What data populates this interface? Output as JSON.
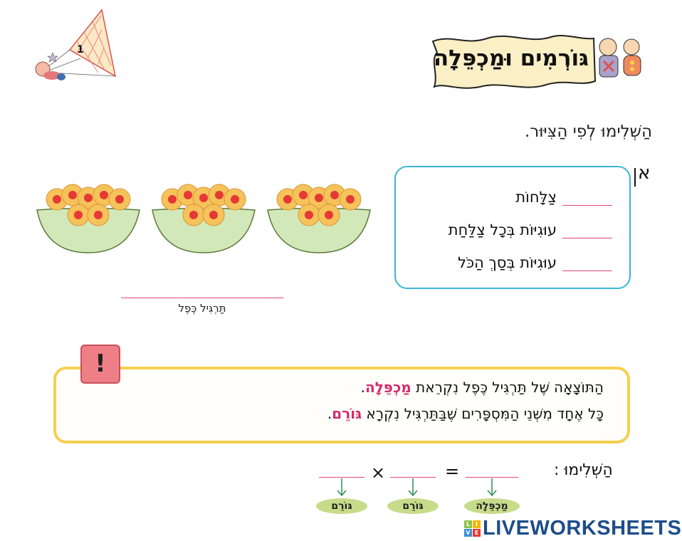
{
  "header": {
    "title": "גּוֹרְמִים וּמַכְפֵּלָה",
    "page_number": "1"
  },
  "instruction": "הַשְׁלִימוּ לְפִי הַצִּיּוּר.",
  "section_letter": "א",
  "question_box": {
    "rows": [
      {
        "label": "צַלָּחוֹת",
        "value": ""
      },
      {
        "label": "עוּגִיּוֹת בְּכָל צַלַּחַת",
        "value": ""
      },
      {
        "label": "עוּגִיּוֹת בְּסַךְ הַכֹּל",
        "value": ""
      }
    ]
  },
  "picture": {
    "bowls": 3,
    "cookies_per_bowl": 7
  },
  "product_exercise": {
    "label": "תַּרְגִּיל כֶּפֶל",
    "value": ""
  },
  "note": {
    "icon": "!",
    "line1_text": "הַתּוֹצָאָה שֶׁל תַּרְגִּיל כֶּפֶל נִקְרֵאת ",
    "line1_term": "מַכְפֵּלָה",
    "line2_text": "כָּל אֶחָד מִשְּׁנֵי הַמִּסְפָּרִים שֶׁבַּתַּרְגִּיל נִקְרָא ",
    "line2_term": "גּוֹרֵם",
    "period": "."
  },
  "complete": {
    "label": "הַשְׁלִימוּ :",
    "times": "×",
    "equals": "=",
    "product_label": "מַכְפֵּלָה",
    "factor1_label": "גּוֹרֵם",
    "factor2_label": "גּוֹרֵם"
  },
  "logo": {
    "text": "LIVEWORKSHEETS",
    "tiles": [
      "L",
      "I",
      "V",
      "E"
    ]
  },
  "colors": {
    "accent_pink": "#e0457b",
    "box_blue": "#3bb4d8",
    "note_yellow": "#f5cf4f",
    "pill_green": "#c7dc8a"
  }
}
